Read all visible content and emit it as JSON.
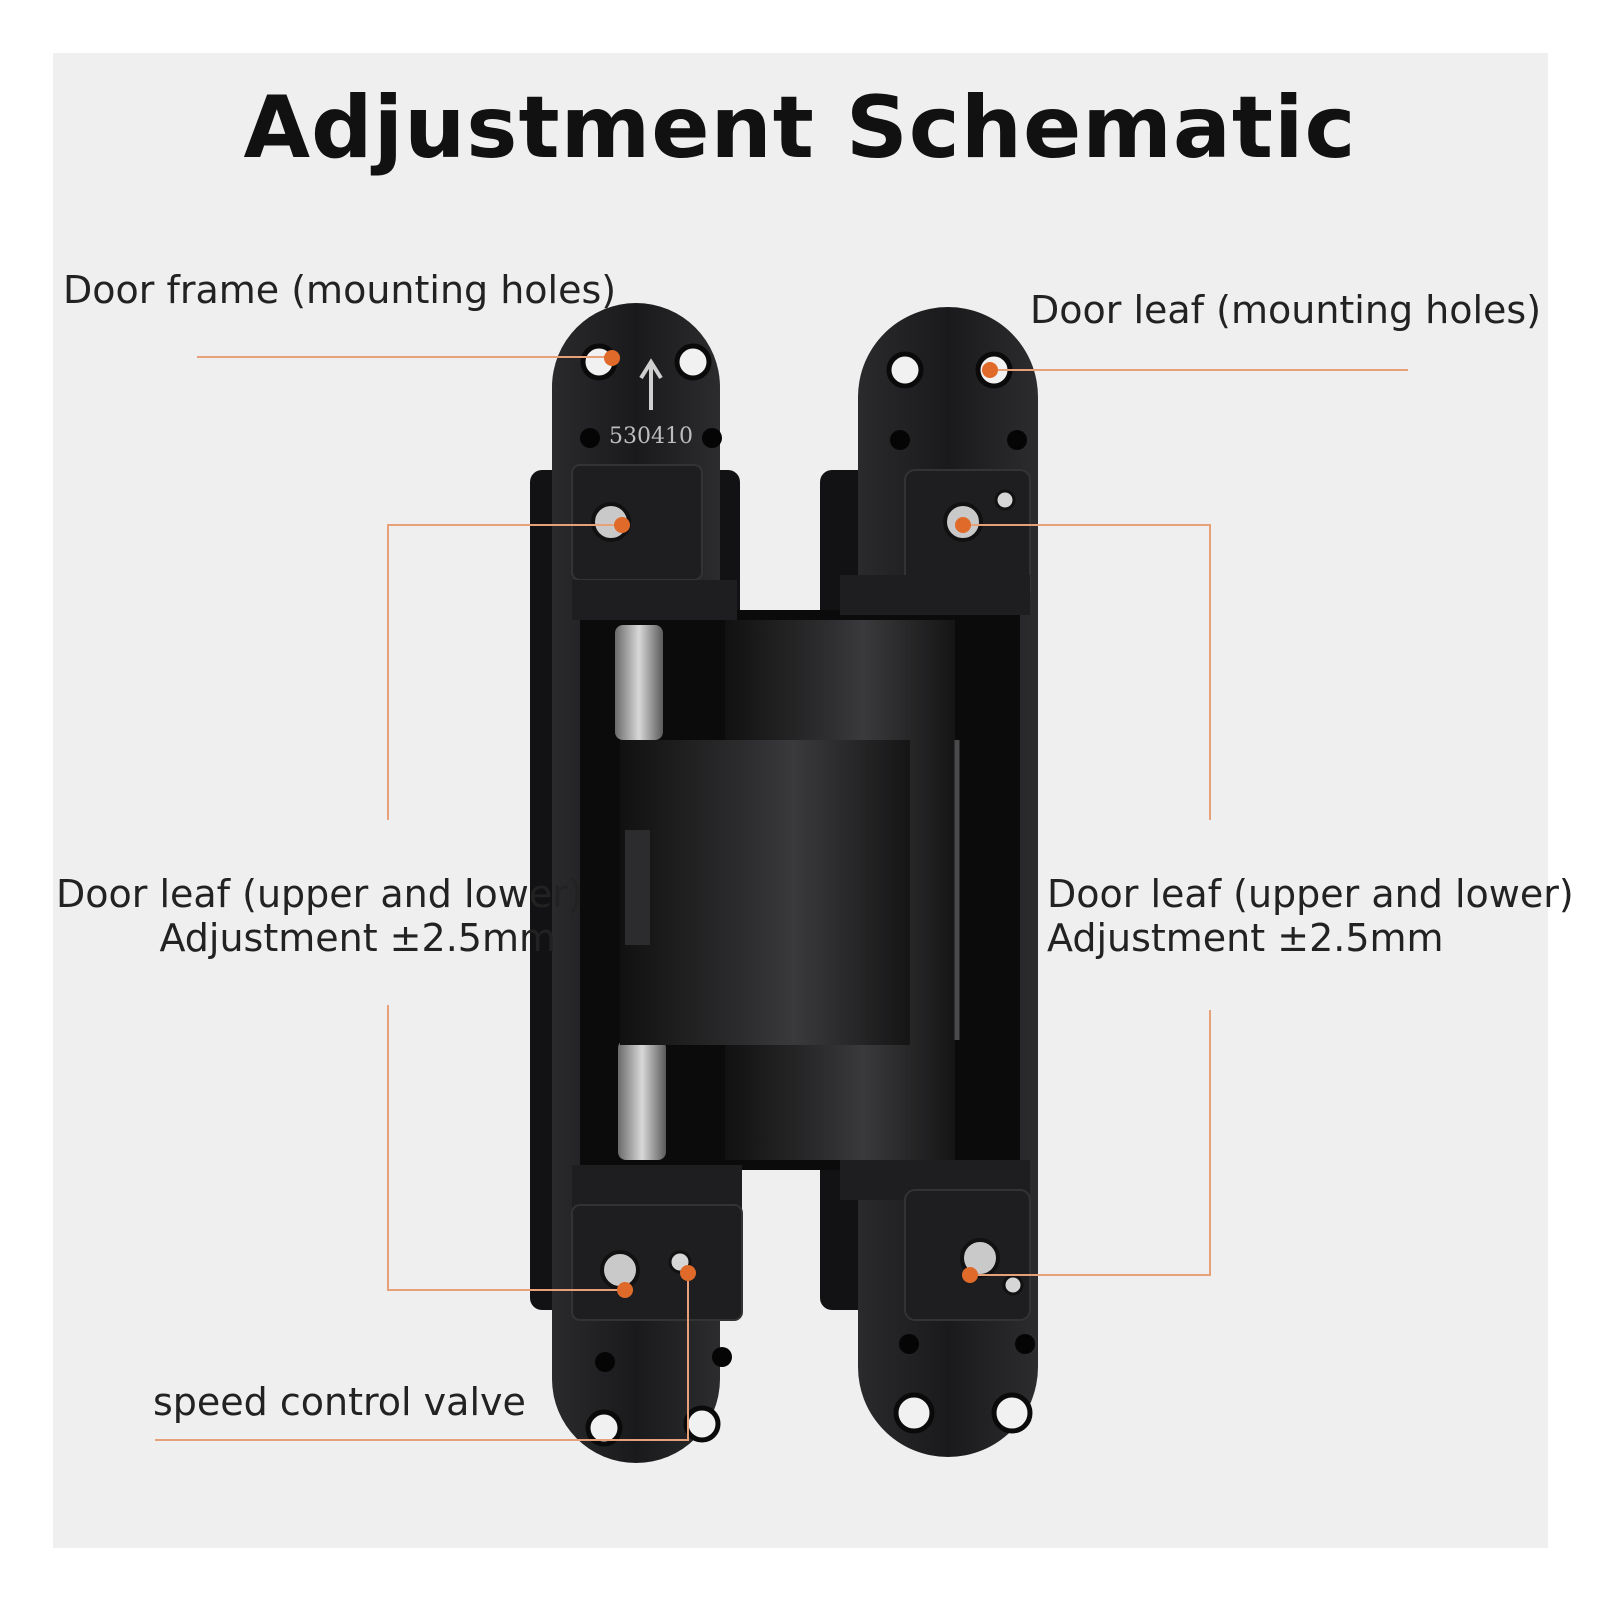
{
  "title": "Adjustment Schematic",
  "labels": {
    "door_frame": "Door frame (mounting holes)",
    "door_leaf_top": "Door leaf (mounting holes)",
    "left_adjust_line1": "Door leaf (upper and lower)",
    "left_adjust_line2": "Adjustment ±2.5mm",
    "right_adjust_line1": "Door leaf (upper and lower)",
    "right_adjust_line2": "Adjustment ±2.5mm",
    "speed_valve": "speed control valve"
  },
  "hinge": {
    "part_number": "530410"
  },
  "colors": {
    "accent": "#e06a2a",
    "hinge_dark": "#1c1c1e",
    "background": "#efefef"
  }
}
